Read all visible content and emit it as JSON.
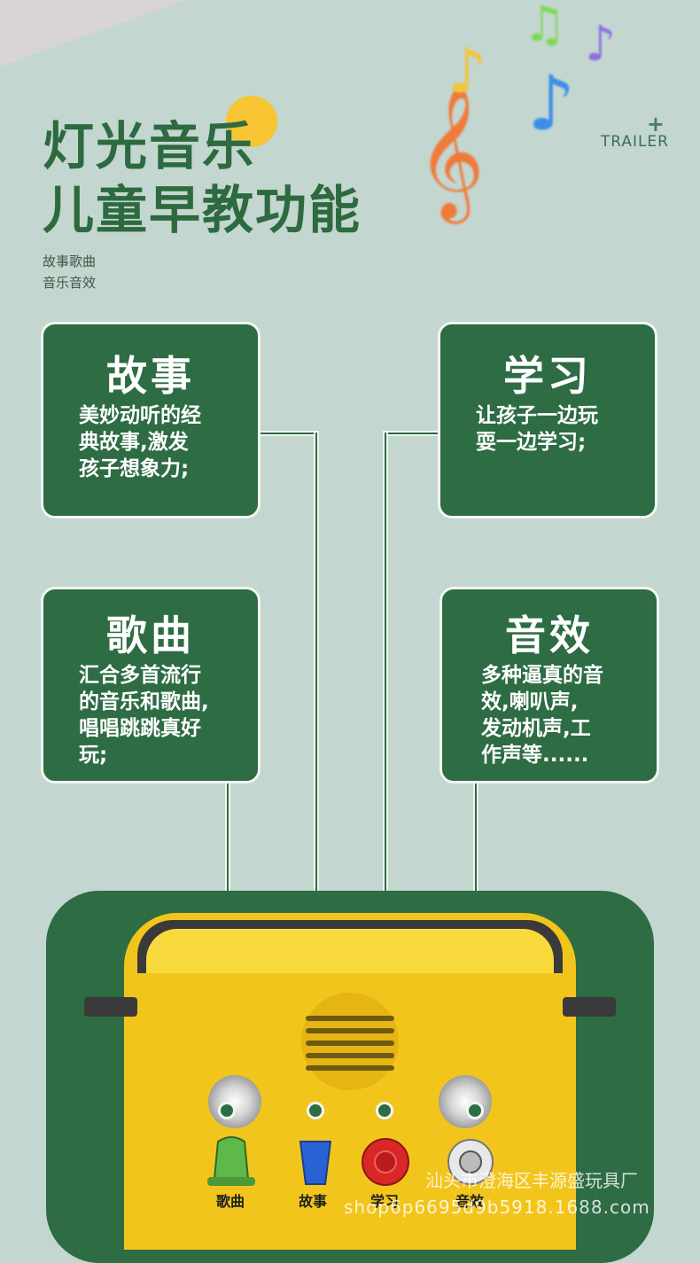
{
  "header": {
    "title_line1": "灯光音乐",
    "title_line2": "儿童早教功能",
    "sub_line1": "故事歌曲",
    "sub_line2": "音乐音效",
    "trailer": "TRAILER",
    "plus": "+"
  },
  "cards": {
    "story": {
      "title": "故事",
      "lines": [
        "美妙动听的经",
        "典故事,激发",
        "孩子想象力;"
      ]
    },
    "learn": {
      "title": "学习",
      "lines": [
        "让孩子一边玩",
        "耍一边学习;"
      ]
    },
    "song": {
      "title": "歌曲",
      "lines": [
        "汇合多首流行",
        "的音乐和歌曲,",
        "唱唱跳跳真好",
        "玩;"
      ]
    },
    "sound": {
      "title": "音效",
      "lines": [
        "多种逼真的音",
        "效,喇叭声,",
        "发动机声,工",
        "作声等......"
      ]
    }
  },
  "buttons": {
    "song": "歌曲",
    "story": "故事",
    "learn": "学习",
    "sound": "音效"
  },
  "watermark": {
    "line1": "汕头市澄海区丰源盛玩具厂",
    "line2": "shop6p6695d9b5918.1688.com"
  },
  "colors": {
    "background": "#c3d6cf",
    "green": "#2e6c44",
    "yellow": "#f2c51d"
  }
}
